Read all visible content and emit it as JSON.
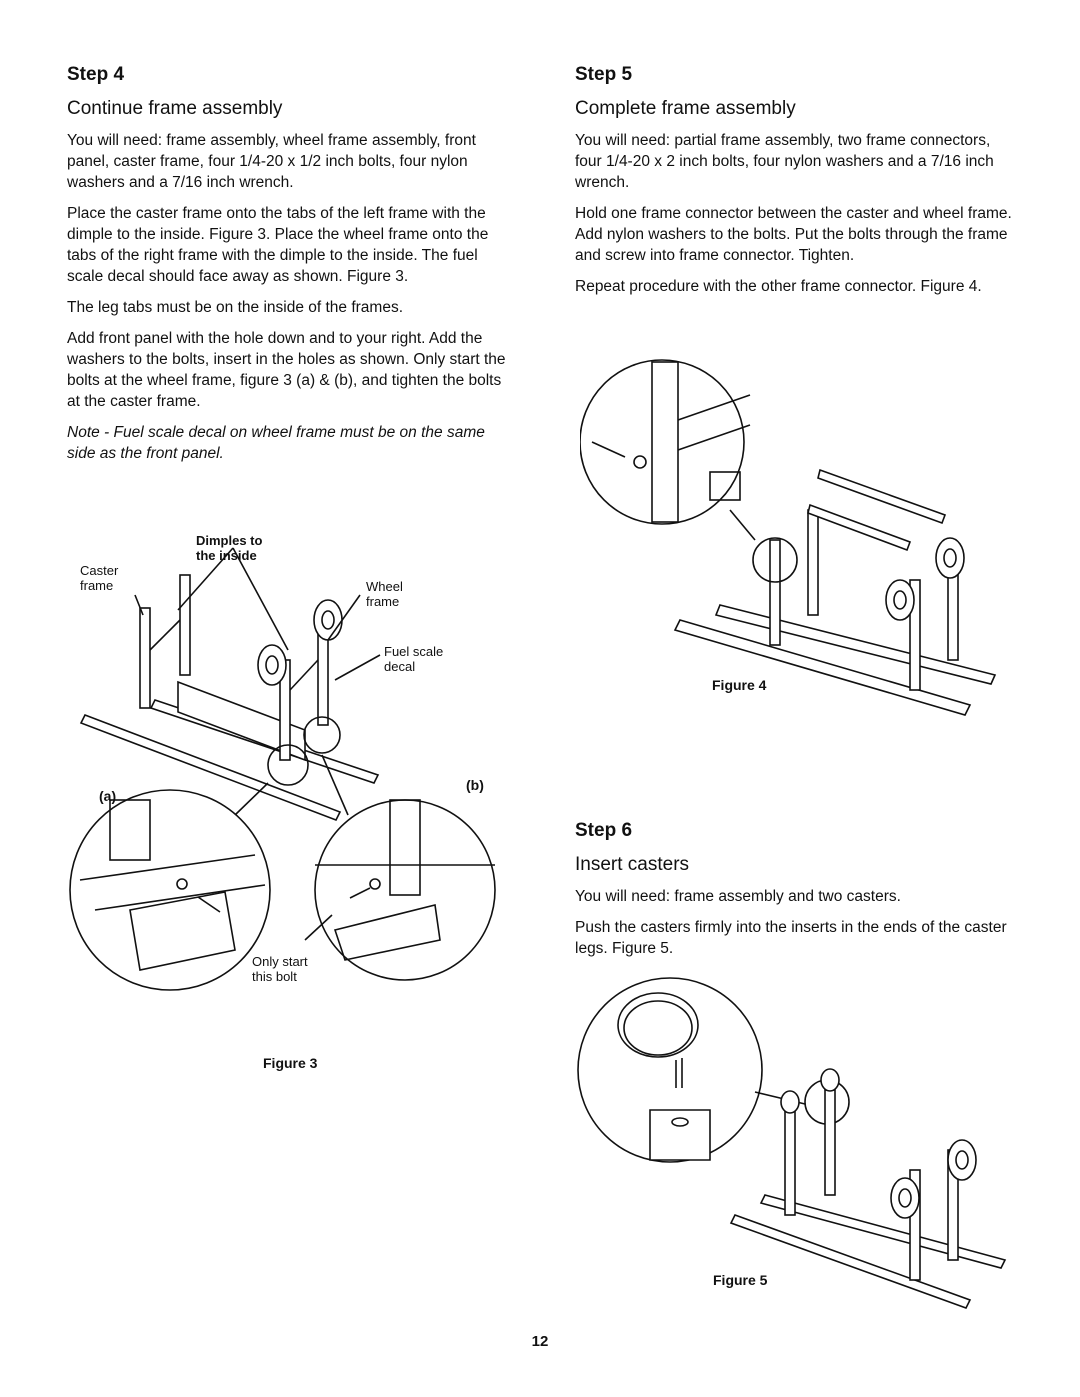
{
  "step4": {
    "title": "Step 4",
    "subtitle": "Continue frame assembly",
    "paragraphs": [
      "You will need:  frame assembly, wheel frame assembly, front panel, caster frame, four 1/4-20 x 1/2 inch bolts, four nylon washers and a 7/16 inch wrench.",
      "Place the caster frame onto the tabs of the left frame with the dimple to the inside. Figure 3. Place the wheel frame onto the tabs of the right frame with the dimple to the inside. The fuel scale decal should face away as shown. Figure 3.",
      "The leg tabs must be on the inside of the frames.",
      "Add front panel with the hole down and to your right. Add the washers to the bolts, insert in the holes as shown. Only start the bolts at the wheel frame, figure 3 (a) & (b), and tighten the bolts at the caster frame."
    ],
    "note": "Note - Fuel scale decal on wheel frame must be on the same side as the front panel.",
    "figure": {
      "caption": "Figure 3",
      "labels": {
        "dimples_1": "Dimples to",
        "dimples_2": "the inside",
        "caster_1": "Caster",
        "caster_2": "frame",
        "wheel_1": "Wheel",
        "wheel_2": "frame",
        "fuel_1": "Fuel scale",
        "fuel_2": "decal",
        "a": "(a)",
        "b": "(b)",
        "only_1": "Only start",
        "only_2": "this bolt"
      }
    }
  },
  "step5": {
    "title": "Step 5",
    "subtitle": "Complete frame assembly",
    "paragraphs": [
      "You will need:  partial frame assembly, two frame connectors, four 1/4-20 x 2 inch bolts, four nylon washers and a 7/16 inch wrench.",
      "Hold one frame connector between the caster and wheel frame. Add nylon washers to the bolts. Put the bolts through the frame and screw into frame connector. Tighten.",
      "Repeat procedure with the other frame connector. Figure 4."
    ],
    "figure": {
      "caption": "Figure 4"
    }
  },
  "step6": {
    "title": "Step 6",
    "subtitle": "Insert casters",
    "paragraphs": [
      "You will need:  frame assembly and two casters.",
      "Push the casters firmly into the inserts in the ends of the caster legs. Figure 5."
    ],
    "figure": {
      "caption": "Figure 5"
    }
  },
  "page_number": "12"
}
